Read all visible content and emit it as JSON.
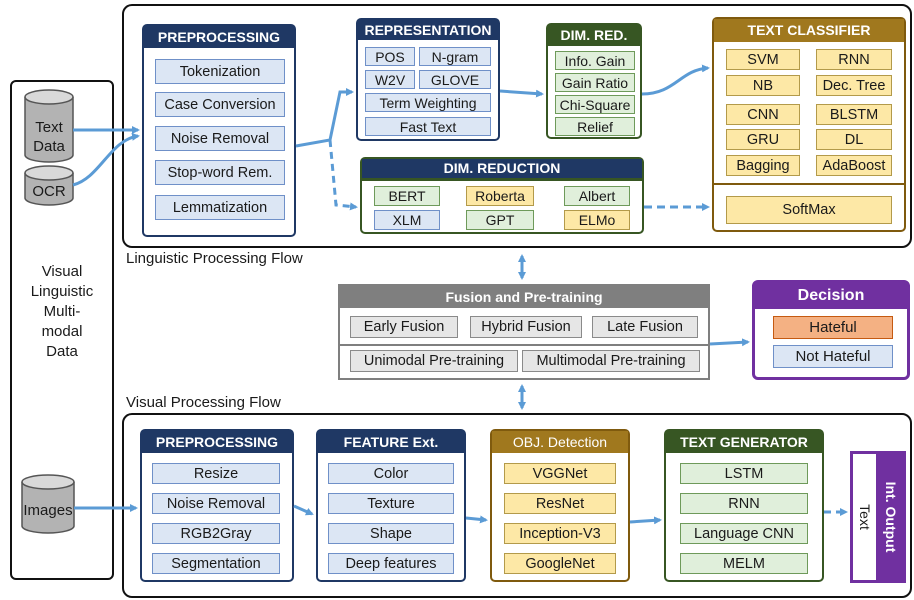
{
  "left_data": {
    "label": "Visual\nLinguistic\nMulti-\nmodal\nData",
    "cylinders": [
      "Text\nData",
      "OCR",
      "Images"
    ]
  },
  "linguistic": {
    "flow_label": "Linguistic Processing Flow",
    "preprocessing": {
      "title": "PREPROCESSING",
      "items": [
        "Tokenization",
        "Case Conversion",
        "Noise Removal",
        "Stop-word Rem.",
        "Lemmatization"
      ]
    },
    "representation": {
      "title": "REPRESENTATION",
      "items": [
        "POS",
        "N-gram",
        "W2V",
        "GLOVE",
        "Term Weighting",
        "Fast Text"
      ]
    },
    "dim_red": {
      "title": "DIM. RED.",
      "items": [
        "Info. Gain",
        "Gain Ratio",
        "Chi-Square",
        "Relief"
      ]
    },
    "dim_reduction": {
      "title": "DIM. REDUCTION",
      "items": [
        "BERT",
        "Roberta",
        "Albert",
        "XLM",
        "GPT",
        "ELMo"
      ]
    },
    "classifier": {
      "title": "TEXT CLASSIFIER",
      "items": [
        "SVM",
        "RNN",
        "NB",
        "Dec. Tree",
        "CNN",
        "BLSTM",
        "GRU",
        "DL",
        "Bagging",
        "AdaBoost"
      ],
      "softmax": "SoftMax"
    }
  },
  "fusion": {
    "title": "Fusion and Pre-training",
    "items": [
      "Early Fusion",
      "Hybrid Fusion",
      "Late Fusion"
    ],
    "pretraining": [
      "Unimodal Pre-training",
      "Multimodal Pre-training"
    ]
  },
  "decision": {
    "title": "Decision",
    "items": [
      "Hateful",
      "Not Hateful"
    ]
  },
  "visual": {
    "flow_label": "Visual Processing Flow",
    "preprocessing": {
      "title": "PREPROCESSING",
      "items": [
        "Resize",
        "Noise Removal",
        "RGB2Gray",
        "Segmentation"
      ]
    },
    "feature": {
      "title": "FEATURE Ext.",
      "items": [
        "Color",
        "Texture",
        "Shape",
        "Deep features"
      ]
    },
    "obj": {
      "title": "OBJ. Detection",
      "items": [
        "VGGNet",
        "ResNet",
        "Inception-V3",
        "GoogleNet"
      ]
    },
    "textgen": {
      "title": "TEXT GENERATOR",
      "items": [
        "LSTM",
        "RNN",
        "Language CNN",
        "MELM"
      ]
    },
    "output": {
      "title": "Int. Output",
      "text": "Text"
    }
  },
  "colors": {
    "navy": "#1f3864",
    "green": "#375623",
    "brown": "#7f5a0e",
    "gray": "#7f7f7f",
    "purple": "#7030a0",
    "arrow": "#5b9bd5",
    "hateful": "#f4b183"
  }
}
